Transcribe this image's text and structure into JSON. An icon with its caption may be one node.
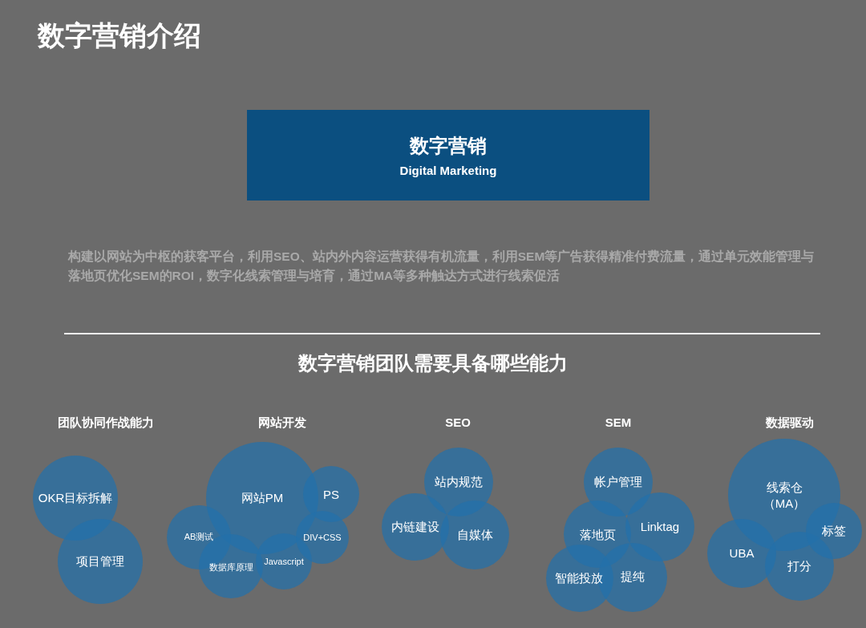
{
  "diagram": {
    "title": "数字营销介绍",
    "nodes": [
      {
        "text": [
          "数字营销",
          "Digital Marketing"
        ]
      },
      {
        "text": [
          "OKR目标拆解"
        ]
      },
      {
        "text": [
          "项目管理"
        ]
      },
      {
        "text": [
          "网站PM"
        ]
      },
      {
        "text": [
          "PS"
        ]
      },
      {
        "text": [
          "AB测试"
        ]
      },
      {
        "text": [
          "数据库原理"
        ]
      },
      {
        "text": [
          "Javascript"
        ]
      },
      {
        "text": [
          "DIV+CSS"
        ]
      },
      {
        "text": [
          "站内规范"
        ]
      },
      {
        "text": [
          "内链建设"
        ]
      },
      {
        "text": [
          "自媒体"
        ]
      },
      {
        "text": [
          "帐户管理"
        ]
      },
      {
        "text": [
          "落地页"
        ]
      },
      {
        "text": [
          "Linktag"
        ]
      },
      {
        "text": [
          "智能投放"
        ]
      },
      {
        "text": [
          "提纯"
        ]
      },
      {
        "text": [
          "线索仓（MA）"
        ]
      },
      {
        "text": [
          "UBA"
        ]
      },
      {
        "text": [
          "打分"
        ]
      },
      {
        "text": [
          "标签"
        ]
      }
    ],
    "labels": [
      "构建以网站为中枢的获客平台，利用SEO、站内外内容运营获得有机流量，利用SEM等广告获得精准付费流量，通过单元效能管理与落地页优化SEM的ROI，数字化线索管理与培育，通过MA等多种触达方式进行线索促活",
      "数字营销团队需要具备哪些能力",
      "团队协同作战能力",
      "网站开发",
      "SEO",
      "SEM",
      "数据驱动"
    ]
  }
}
